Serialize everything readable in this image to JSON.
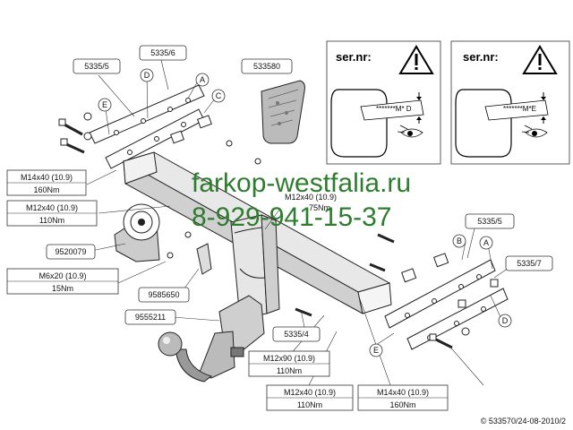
{
  "watermark": {
    "site": "farkop-westfalia.ru",
    "phone": "8-929-941-15-37",
    "color": "#2e7d2e"
  },
  "warning_panels": [
    {
      "title": "ser.nr:",
      "serial": "*******M* D"
    },
    {
      "title": "ser.nr:",
      "serial": "*******M*E"
    }
  ],
  "part_numbers": {
    "plate_left_top": "5335/5",
    "plate_left_back": "5335/6",
    "connector": "533580",
    "plate_right": "5335/5",
    "plate_right_back": "5335/7",
    "bracket_mid": "5335/4",
    "socket_plate": "9520079",
    "clip": "9585650",
    "ball": "9555211"
  },
  "letters": {
    "A_left": "A",
    "C_left": "C",
    "D_left": "D",
    "E_left": "E",
    "A_right": "A",
    "B_right": "B",
    "D_right": "D",
    "E_right": "E"
  },
  "bolt_specs": [
    {
      "spec": "M14x40 (10.9)",
      "torque": "160Nm"
    },
    {
      "spec": "M12x40 (10.9)",
      "torque": "110Nm"
    },
    {
      "spec": "M6x20 (10.9)",
      "torque": "15Nm"
    },
    {
      "spec": "M12x40 (10.9)",
      "torque": "75Nm"
    },
    {
      "spec": "M12x90 (10.9)",
      "torque": "110Nm"
    },
    {
      "spec": "M12x40 (10.9)",
      "torque": "110Nm"
    },
    {
      "spec": "M14x40 (10.9)",
      "torque": "160Nm"
    }
  ],
  "copyright": "© 533570/24-08-2010/2"
}
